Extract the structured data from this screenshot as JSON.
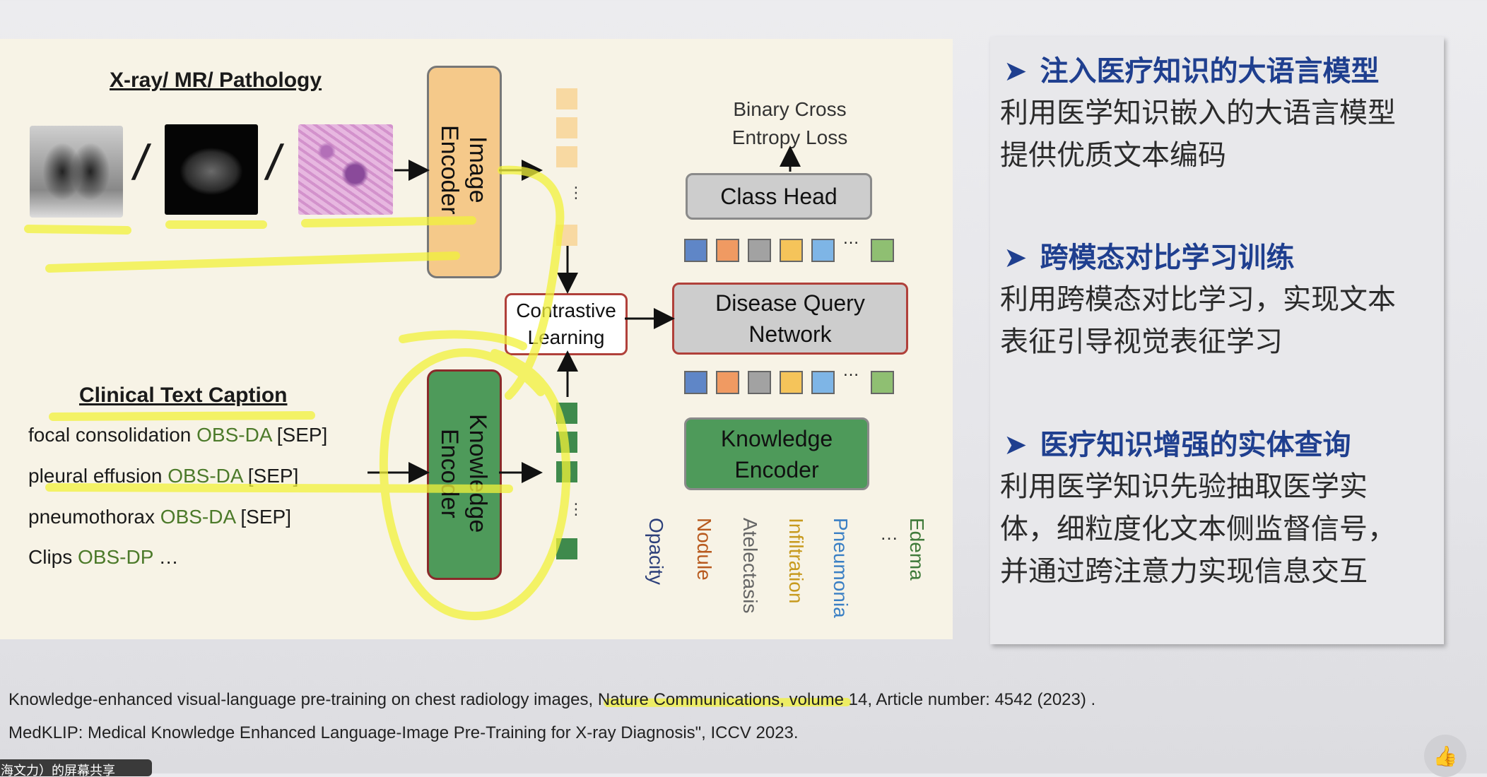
{
  "diagram": {
    "image_modalities_title": "X-ray/ MR/ Pathology",
    "separator": "/",
    "image_encoder": "Image Encoder",
    "knowledge_encoder_vertical": "Knowledge Encoder",
    "contrastive_learning": "Contrastive Learning",
    "disease_query_network": "Disease Query Network",
    "class_head": "Class Head",
    "loss": "Binary Cross Entropy Loss",
    "knowledge_encoder": "Knowledge Encoder",
    "ellipsis": "…",
    "vertical_dots": "⋮",
    "clinical_text_title": "Clinical Text Caption",
    "captions": [
      {
        "term": "focal consolidation",
        "tag": "OBS-DA",
        "sep": "[SEP]"
      },
      {
        "term": "pleural effusion",
        "tag": "OBS-DA",
        "sep": "[SEP]"
      },
      {
        "term": "pneumothorax",
        "tag": "OBS-DA",
        "sep": "[SEP]"
      },
      {
        "term": "Clips",
        "tag": "OBS-DP",
        "sep": "…"
      }
    ],
    "diseases": [
      {
        "label": "Opacity",
        "color": "#2c3f7a"
      },
      {
        "label": "Nodule",
        "color": "#b85a1e"
      },
      {
        "label": "Atelectasis",
        "color": "#666666"
      },
      {
        "label": "Infiltration",
        "color": "#c79a1e"
      },
      {
        "label": "Pneumonia",
        "color": "#3a7fc4"
      },
      {
        "label": "Edema",
        "color": "#3f7a3a"
      }
    ],
    "query_colors": [
      "#5f86c7",
      "#f09a62",
      "#a2a2a2",
      "#f5c45a",
      "#7eb5e6",
      "#8fbf72"
    ]
  },
  "side": {
    "sections": [
      {
        "heading": "注入医疗知识的大语言模型",
        "body": [
          "利用医学知识嵌入的大语言模型",
          "提供优质文本编码"
        ]
      },
      {
        "heading": "跨模态对比学习训练",
        "body": [
          "利用跨模态对比学习，实现文本",
          "表征引导视觉表征学习"
        ]
      },
      {
        "heading": "医疗知识增强的实体查询",
        "body": [
          "利用医学知识先验抽取医学实",
          "体，细粒度化文本侧监督信号，",
          "并通过跨注意力实现信息交互"
        ]
      }
    ],
    "bullet": "➤"
  },
  "references": [
    "Knowledge-enhanced visual-language pre-training on chest radiology images, Nature Communications, volume 14, Article number: 4542 (2023) .",
    "MedKLIP: Medical Knowledge Enhanced Language-Image Pre-Training for X-ray Diagnosis\", ICCV 2023."
  ],
  "share_banner": "海文力）的屏幕共享",
  "colors": {
    "accent": "#1f3f8f",
    "tag_green": "#4c7a2a",
    "highlight": "#f2f23a",
    "image_encoder": "#f5c98a",
    "knowledge_encoder": "#4e9a5a"
  }
}
